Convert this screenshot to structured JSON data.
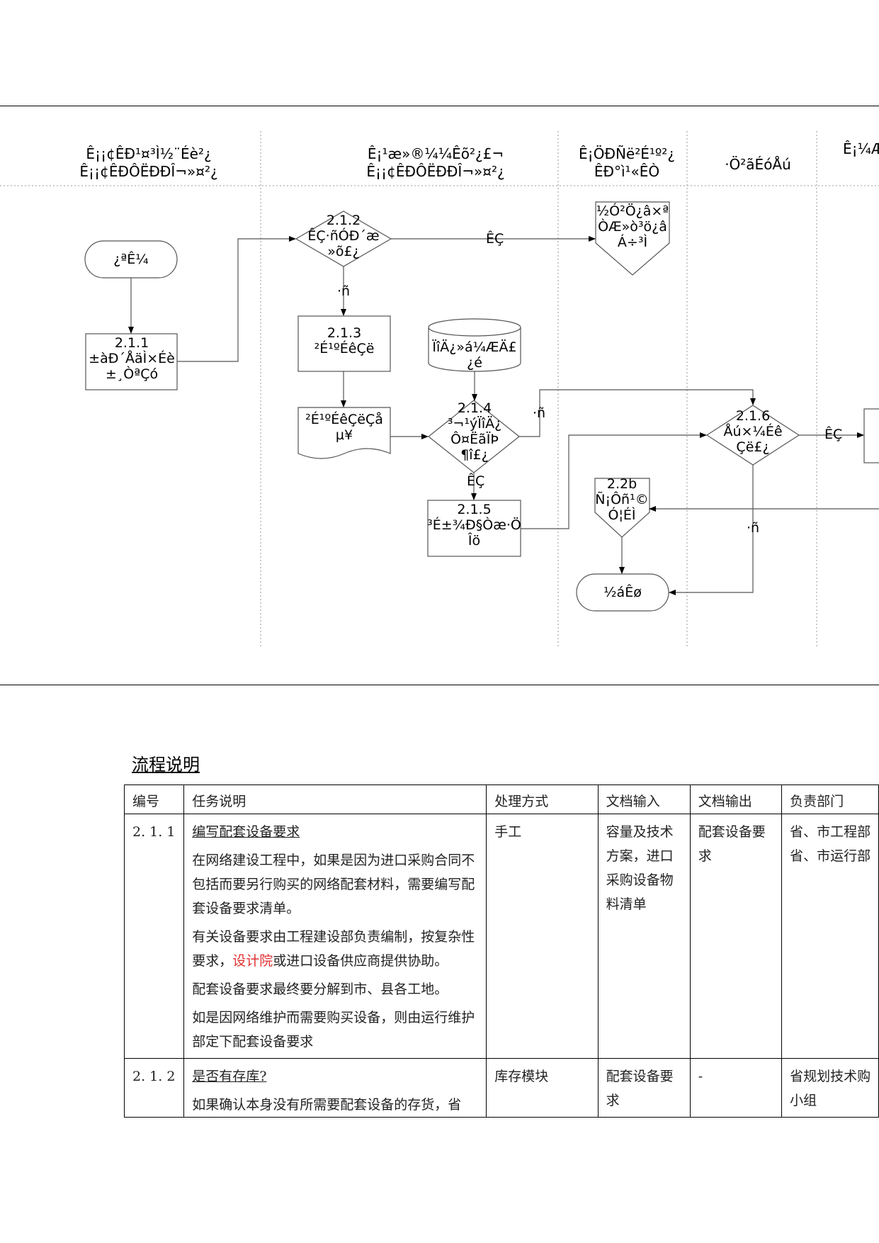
{
  "flowchart": {
    "lanes": [
      "Ê¡¡¢ÊÐ¹¤³Ì½¨Éè²¿\nÊ¡¡¢ÊÐÔËÐÐÎ¬»¤²¿",
      "Ê¡¹æ»®¼¼Êõ²¿£¬\nÊ¡¡¢ÊÐÔËÐÐÎ¬»¤²¿",
      "Ê¡ÖÐÑë²É¹º²¿\nÊÐ°ì¹«ÊÒ",
      "·Ö²ãÉóÅú",
      "Ê¡¼Æ"
    ],
    "nodes": {
      "start": "¿ªÊ¼",
      "n211": "2.1.1\n±àÐ´ÅäÌ×Éè\n±¸ÒªÇó",
      "n212": "2.1.2\nÊÇ·ñÓÐ´æ\n»õ£¿",
      "n213": "2.1.3\n²É¹ºÉêÇë",
      "n213doc": "²É¹ºÉêÇëÇå\nµ¥",
      "stockdb": "ÏîÄ¿»á¼ÆÄ£\n¿é",
      "n214": "2.1.4\n³¬¹ýÏîÄ¿\nÔ¤ËãÏÞ\n¶î£¿",
      "n215": "2.1.5\n³É±¾Ð§Òæ·Ö\nÎö",
      "jump": "½Ó²Ö¿â×ª\nÒÆ»ò³ö¿â\nÁ÷³Ì",
      "n216": "2.1.6\nÅú×¼Éê\nÇë£¿",
      "n22b": "2.2b\nÑ¡Ôñ¹©\nÓ¦ÉÌ",
      "end": "½áÊø"
    },
    "edge_labels": {
      "yes": "ÊÇ",
      "no": "·ñ"
    }
  },
  "process": {
    "title": "流程说明",
    "headers": [
      "编号",
      "任务说明",
      "处理方式",
      "文档输入",
      "文档输出",
      "负责部门"
    ],
    "rows": [
      {
        "id": "2. 1. 1",
        "task_title": "编写配套设备要求",
        "p1": "在网络建设工程中，如果是因为进口采购合同不包括而要另行购买的网络配套材料，需要编写配套设备要求清单。",
        "p2_before": "有关设备要求由工程建设部负责编制，按复杂性要求，",
        "p2_highlight": "设计院",
        "p2_after": "或进口设备供应商提供协助。",
        "p3": "配套设备要求最终要分解到市、县各工地。",
        "p4": "如是因网络维护而需要购买设备，则由运行维护部定下配套设备要求",
        "method": "手工",
        "doc_in": "容量及技术方案，进口采购设备物料清单",
        "doc_out": "配套设备要求",
        "dept_1": "省、市工程部",
        "dept_2": "省、市运行部"
      },
      {
        "id": "2. 1. 2",
        "task_title": "是否有存库?",
        "p1": "如果确认本身没有所需要配套设备的存货，省",
        "method": "库存模块",
        "doc_in": "配套设备要求",
        "doc_out": "-",
        "dept_1": "省规划技术购小组"
      }
    ]
  }
}
